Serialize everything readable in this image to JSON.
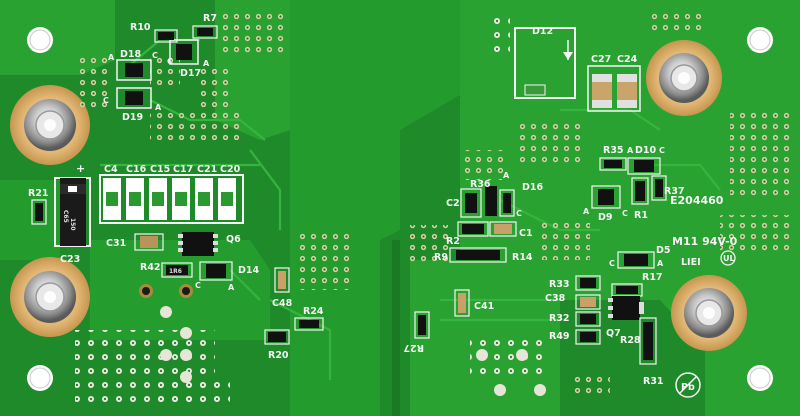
{
  "board": {
    "mask_color": "#1f8a2a",
    "copper_color": "#2aa232",
    "silk_color": "#f4f4f4",
    "cert_line1": "E204460",
    "cert_line2": "M11 94V-0",
    "mark_lead_free": "Pb",
    "mark_ul": "LIEI",
    "cap_c23_marking_a": "150",
    "cap_c23_marking_b": "C65",
    "resistor_r42_marking": "1R6"
  },
  "labels": {
    "R10": "R10",
    "R7": "R7",
    "D18": "D18",
    "D17": "D17",
    "D19": "D19",
    "A1": "A",
    "C1a": "C",
    "A2": "A",
    "C2": "C",
    "A3": "A",
    "C3": "C",
    "C4": "C4",
    "C16": "C16",
    "C15": "C15",
    "C17": "C17",
    "C21": "C21",
    "C20": "C20",
    "plus": "+",
    "R21": "R21",
    "C23": "C23",
    "C31": "C31",
    "Q6": "Q6",
    "R42": "R42",
    "C5": "C",
    "D14": "D14",
    "A4": "A",
    "C48": "C48",
    "R24": "R24",
    "R20": "R20",
    "D12": "D12",
    "C27": "C27",
    "C24": "C24",
    "R35": "R35",
    "D10": "D10",
    "A5": "A",
    "C6": "C",
    "R36": "R36",
    "D16": "D16",
    "A6": "A",
    "C7": "C",
    "R37": "R37",
    "C2lbl": "C2",
    "D9": "D9",
    "A7": "A",
    "C8": "C",
    "R1": "R1",
    "R2": "R2",
    "C1": "C1",
    "R9": "R9",
    "R14": "R14",
    "D5": "D5",
    "C9": "C",
    "A8": "A",
    "R17": "R17",
    "R33": "R33",
    "C38": "C38",
    "C41": "C41",
    "R32": "R32",
    "R49": "R49",
    "Q7": "Q7",
    "R28": "R28",
    "R27": "R27",
    "R31": "R31"
  }
}
